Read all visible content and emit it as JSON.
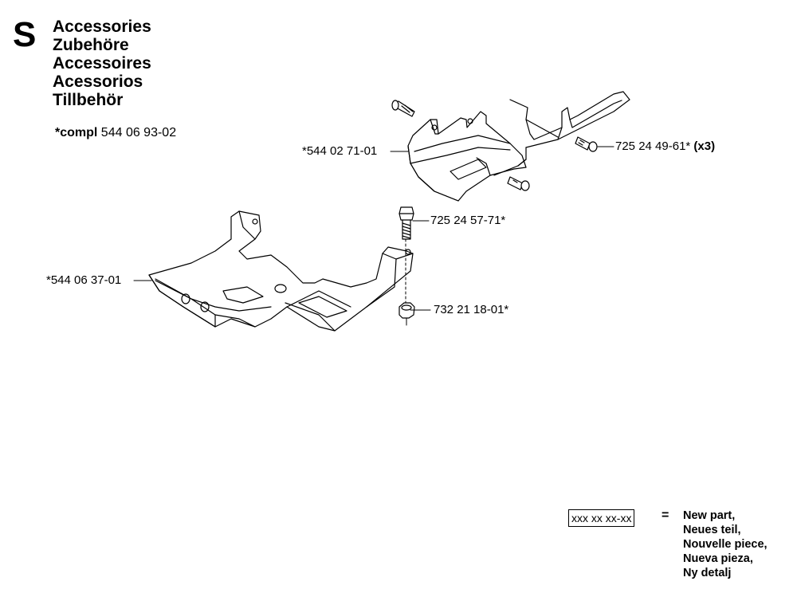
{
  "header": {
    "section_letter": "S",
    "titles": [
      "Accessories",
      "Zubehöre",
      "Accessoires",
      "Acessorios",
      "Tillbehör"
    ]
  },
  "compl_note": {
    "prefix": "*compl",
    "number": "544 06 93-02"
  },
  "callouts": {
    "p544027101": "*544 02 71-01",
    "p725244961": "725 24 49-61*",
    "p725244961_qty": "(x3)",
    "p725245771": "725 24 57-71*",
    "p544063701": "*544 06 37-01",
    "p732211801": "732 21 18-01*"
  },
  "legend": {
    "box_label": "xxx xx xx-xx",
    "equals": "=",
    "lines": [
      "New part,",
      "Neues teil,",
      "Nouvelle piece,",
      "Nueva pieza,",
      "Ny detalj"
    ]
  }
}
